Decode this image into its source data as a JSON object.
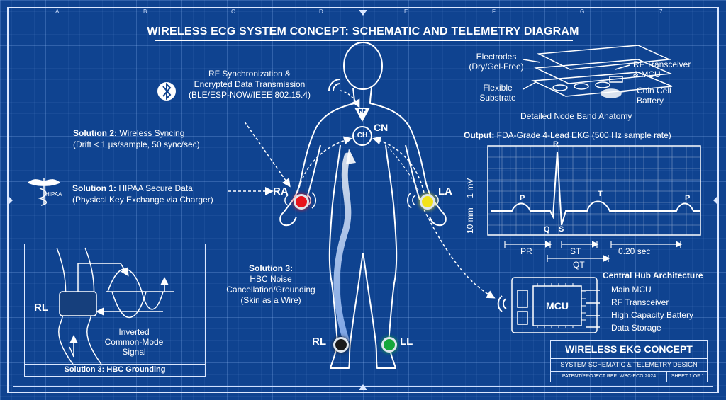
{
  "title": "WIRELESS ECG SYSTEM CONCEPT: SCHEMATIC AND TELEMETRY DIAGRAM",
  "grid_letters_top": [
    "A",
    "B",
    "C",
    "D",
    "E",
    "F",
    "G",
    "7"
  ],
  "rf_sync": {
    "line1": "RF Synchronization &",
    "line2": "Encrypted Data Transmission",
    "line3": "(BLE/ESP-NOW/IEEE 802.15.4)"
  },
  "solution2": {
    "label": "Solution 2:",
    "text": "Wireless Syncing",
    "detail": "(Drift < 1 µs/sample, 50 sync/sec)"
  },
  "solution1": {
    "label": "Solution 1:",
    "text": "HIPAA Secure Data",
    "detail": "(Physical Key Exchange via Charger)"
  },
  "hipaa_label": "HIPAA",
  "solution3": {
    "label": "Solution 3:",
    "line1": "HBC Noise",
    "line2": "Cancellation/Grounding",
    "line3": "(Skin as a Wire)"
  },
  "inset": {
    "rl": "RL",
    "signal1": "Inverted",
    "signal2": "Common-Mode",
    "signal3": "Signal",
    "footer": "Solution 3: HBC Grounding"
  },
  "body_labels": {
    "cn": "CN",
    "ch": "CH",
    "rf": "RF",
    "ra": "RA",
    "la": "LA",
    "rl": "RL",
    "ll": "LL"
  },
  "node_anatomy": {
    "electrodes1": "Electrodes",
    "electrodes2": "(Dry/Gel-Free)",
    "substrate1": "Flexible",
    "substrate2": "Substrate",
    "rf1": "RF Transceiver",
    "rf2": "& MCU",
    "battery1": "Coin Cell",
    "battery2": "Battery",
    "caption": "Detailed Node Band Anatomy"
  },
  "output": {
    "label": "Output:",
    "text": "FDA-Grade 4-Lead EKG (500 Hz sample rate)"
  },
  "ekg": {
    "ylabel": "10 mm = 1 mV",
    "waves": {
      "p": "P",
      "q": "Q",
      "r": "R",
      "s": "S",
      "t": "T",
      "p2": "P"
    },
    "intervals": {
      "pr": "PR",
      "st": "ST",
      "qt": "QT",
      "time": "0.20 sec"
    }
  },
  "hub": {
    "title": "Central Hub Architecture",
    "chip": "MCU",
    "items": [
      "Main MCU",
      "RF Transceiver",
      "High Capacity Battery",
      "Data Storage"
    ]
  },
  "title_block": {
    "title": "WIRELESS EKG CONCEPT",
    "subtitle": "SYSTEM SCHEMATIC & TELEMETRY DESIGN",
    "ref": "PATENT/PROJECT REF: WBC-ECG 2024",
    "sheet": "SHEET 1 OF 1"
  },
  "colors": {
    "ra": "#e8141c",
    "la": "#f2e21a",
    "rl": "#1a1a1a",
    "ll": "#16a83a",
    "blueprint": "#0f4390",
    "line": "#dbe8ff"
  }
}
